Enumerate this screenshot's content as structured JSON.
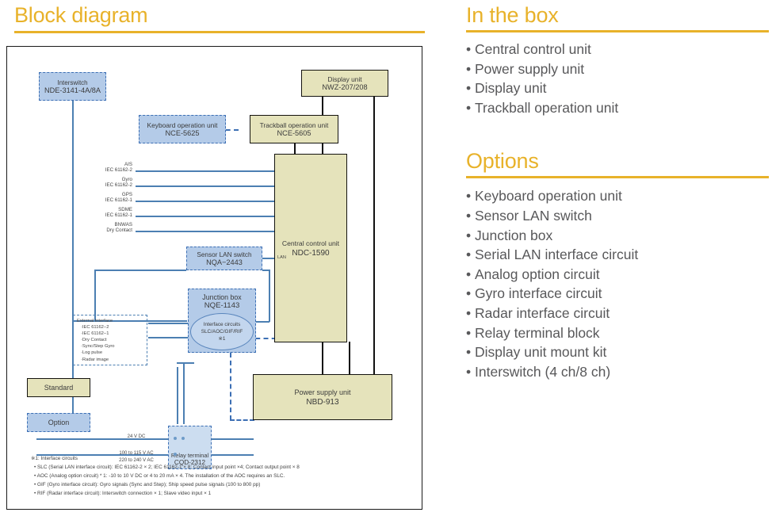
{
  "left": {
    "title": "Block diagram",
    "diagram": {
      "nodes": {
        "interswitch": {
          "line1": "Interswitch",
          "line2": "NDE-3141-4A/8A",
          "kind": "option"
        },
        "keyboard": {
          "line1": "Keyboard operation unit",
          "line2": "NCE-5625",
          "kind": "option"
        },
        "trackball": {
          "line1": "Trackball operation unit",
          "line2": "NCE-5605",
          "kind": "standard"
        },
        "display": {
          "line1": "Display unit",
          "line2": "NWZ-207/208",
          "kind": "standard"
        },
        "central": {
          "line1": "Central control unit",
          "line2": "NDC-1590",
          "kind": "standard"
        },
        "sensor_lan": {
          "line1": "Sensor LAN switch",
          "line2": "NQA−2443",
          "kind": "option"
        },
        "junction": {
          "line1": "Junction box",
          "line2": "NQE-1143",
          "kind": "option"
        },
        "interface": {
          "line1": "Interface circuits",
          "line2": "SLC/AOC/GIF/RIF",
          "line3": "※1",
          "kind": "option"
        },
        "power": {
          "line1": "Power supply unit",
          "line2": "NBD-913",
          "kind": "standard"
        },
        "relay": {
          "line1": "Relay terminal",
          "line2": "CQD-2312",
          "kind": "option"
        }
      },
      "lan_port_label": "LAN",
      "signals": [
        {
          "name": "AIS",
          "spec": "IEC 61162-2"
        },
        {
          "name": "Gyro",
          "spec": "IEC 61162-2"
        },
        {
          "name": "GPS",
          "spec": "IEC 61162-1"
        },
        {
          "name": "SDME",
          "spec": "IEC 61162-1"
        },
        {
          "name": "BNWAS",
          "spec": "Dry Contact"
        }
      ],
      "external_interface": {
        "title": "External interface",
        "items": [
          "·IEC 61162−2",
          "·IEC 61162−1",
          "·Dry Contact",
          "·Sync/Step Gyro",
          "·Log pulse",
          "·Radar image"
        ]
      },
      "power_labels": {
        "dc": "24 V DC",
        "ac1": "100 to 115 V AC",
        "ac2": "220 to 240 V AC"
      },
      "legend": [
        {
          "label": "Standard",
          "kind": "standard"
        },
        {
          "label": "Option",
          "kind": "option"
        }
      ],
      "notes": {
        "heading": "※1: Interface circuits",
        "lines": [
          "• SLC (Serial LAN interface circuit): IEC 61162-2 × 2; IEC 61162-1 × 8; Contact input point ×4; Contact output point × 8",
          "• AOC (Analog option circuit) * 1: -10 to 10 V DC or 4 to 20 mA × 4. The installation of the AOC requires an SLC.",
          "• GIF (Gyro interface circuit): Gyro signals (Sync and Step); Ship speed pulse signals (100 to 800 pp)",
          "• RIF (Radar interface circuit): Interswitch connection × 1; Slave video input × 1"
        ]
      }
    }
  },
  "right": {
    "in_the_box": {
      "title": "In the box",
      "items": [
        "Central control unit",
        "Power supply unit",
        "Display unit",
        "Trackball operation unit"
      ]
    },
    "options": {
      "title": "Options",
      "items": [
        "Keyboard operation unit",
        "Sensor LAN switch",
        "Junction box",
        "Serial LAN interface circuit",
        "Analog option circuit",
        "Gyro interface circuit",
        "Radar interface circuit",
        "Relay terminal block",
        "Display unit mount kit",
        "Interswitch (4 ch/8 ch)"
      ]
    }
  },
  "colors": {
    "accent": "#E8B22A",
    "standard_fill": "#E5E3BB",
    "option_fill": "#B4CBE8",
    "wire_blue": "#4C7FB2",
    "wire_black": "#111111",
    "body_text": "#58585A"
  }
}
